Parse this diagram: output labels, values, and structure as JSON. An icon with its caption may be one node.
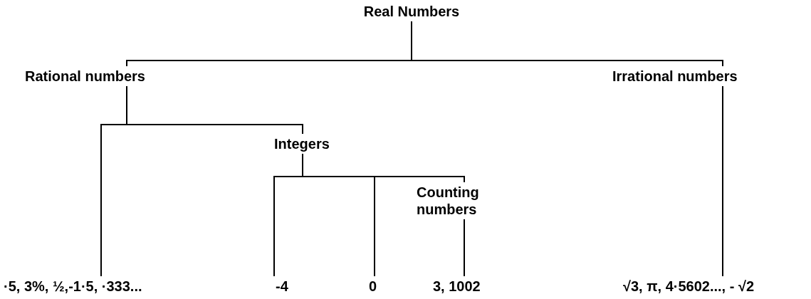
{
  "diagram": {
    "nodes": [
      {
        "text": [
          "Real Numbers"
        ]
      },
      {
        "text": [
          "Rational numbers"
        ]
      },
      {
        "text": [
          "Irrational numbers"
        ]
      },
      {
        "text": [
          "Integers"
        ]
      },
      {
        "text": [
          "Counting numbers"
        ]
      },
      {
        "text": [
          "·5, 3%, ½,-1·5, ·333..."
        ]
      },
      {
        "text": [
          "-4"
        ]
      },
      {
        "text": [
          "0"
        ]
      },
      {
        "text": [
          "3, 1002"
        ]
      },
      {
        "text": [
          "√3, π, 4·5602..., - √2"
        ]
      }
    ],
    "edges": [
      {
        "from": 0,
        "to": 1,
        "arrow": "none"
      },
      {
        "from": 0,
        "to": 2,
        "arrow": "none"
      },
      {
        "from": 1,
        "to": 5,
        "arrow": "none"
      },
      {
        "from": 1,
        "to": 3,
        "arrow": "none"
      },
      {
        "from": 3,
        "to": 6,
        "arrow": "none"
      },
      {
        "from": 3,
        "to": 7,
        "arrow": "none"
      },
      {
        "from": 3,
        "to": 4,
        "arrow": "none"
      },
      {
        "from": 4,
        "to": 8,
        "arrow": "none"
      },
      {
        "from": 2,
        "to": 9,
        "arrow": "none"
      }
    ]
  }
}
